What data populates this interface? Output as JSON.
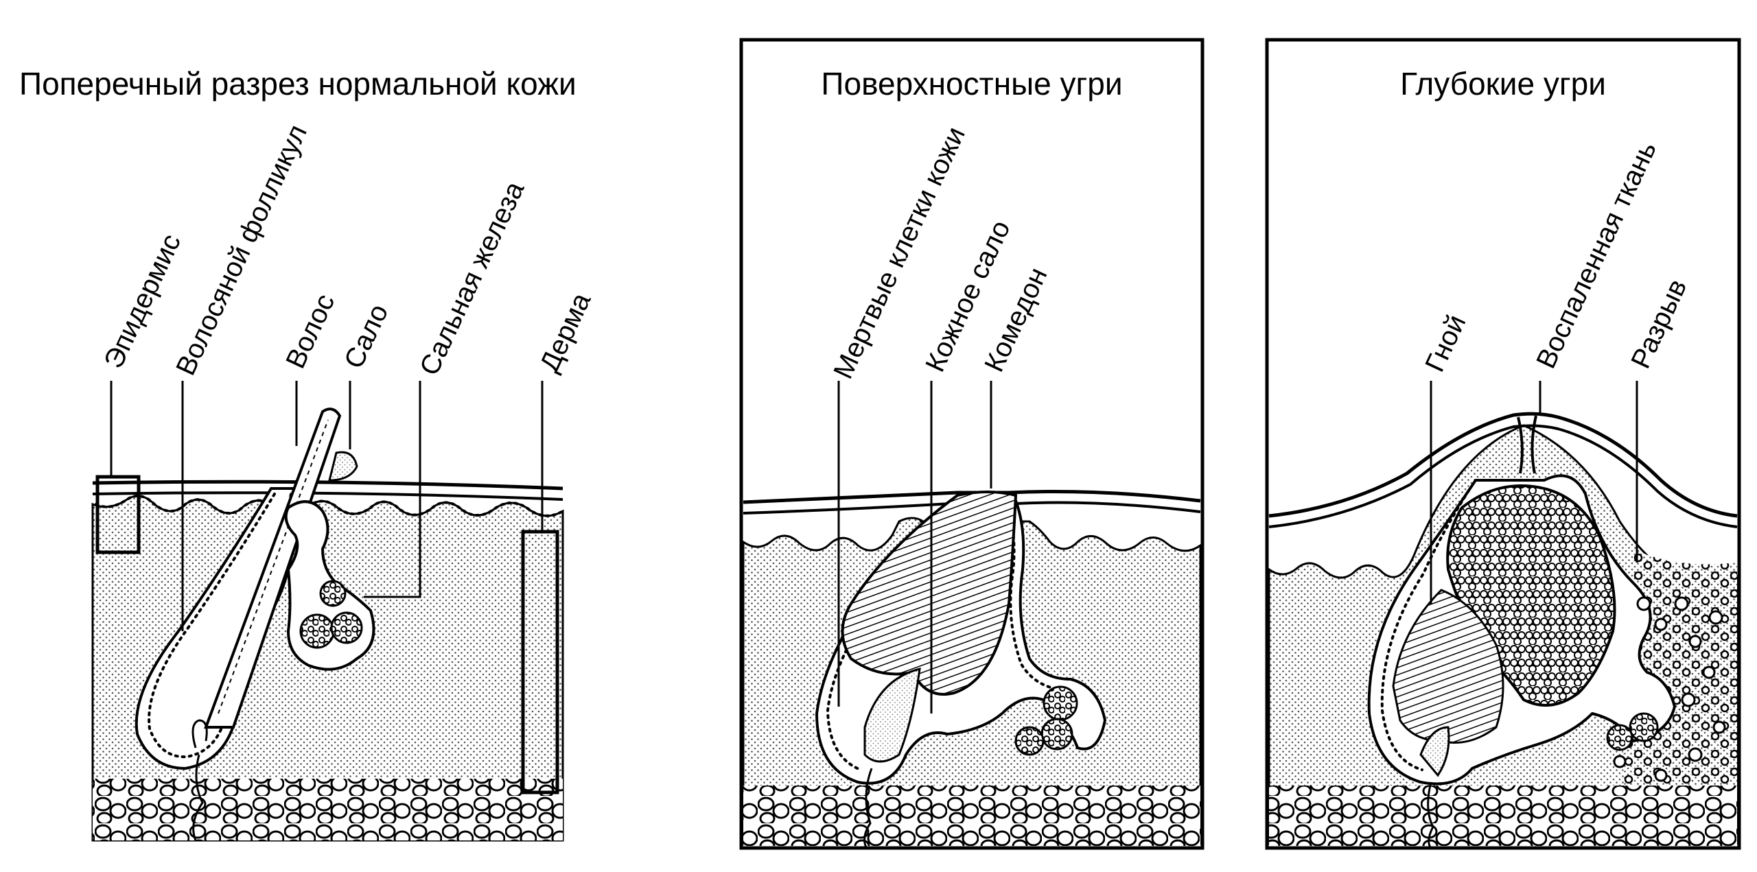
{
  "panels": {
    "normal": {
      "title": "Поперечный разрез нормальной кожи",
      "labels": {
        "epidermis": "Эпидермис",
        "hair_follicle": "Волосяной фолликул",
        "hair": "Волос",
        "sebum": "Сало",
        "sebaceous_gland": "Сальная железа",
        "dermis": "Дерма"
      }
    },
    "superficial": {
      "title": "Поверхностные угри",
      "labels": {
        "dead_cells": "Мертвые клетки кожи",
        "skin_sebum": "Кожное сало",
        "comedone": "Комедон"
      }
    },
    "deep": {
      "title": "Глубокие угри",
      "labels": {
        "pus": "Гной",
        "inflamed_tissue": "Воспаленная ткань",
        "rupture": "Разрыв"
      }
    }
  },
  "colors": {
    "ink": "#000000",
    "paper": "#ffffff",
    "stipple": "#6b6b6b"
  }
}
